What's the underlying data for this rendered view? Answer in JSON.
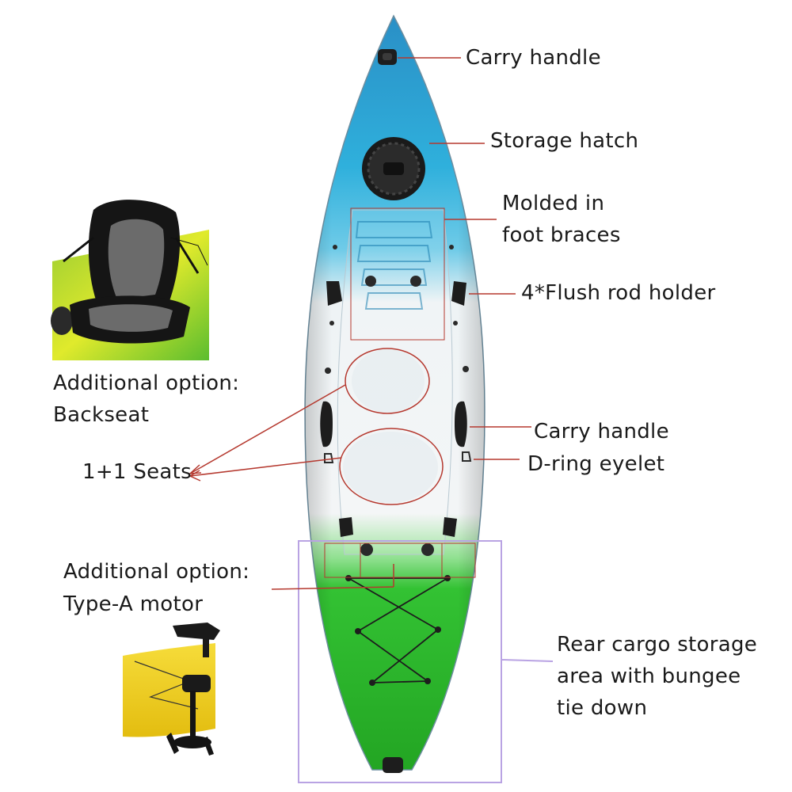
{
  "labels": {
    "carry_handle_top": "Carry handle",
    "storage_hatch": "Storage hatch",
    "foot_braces_line1": "Molded in",
    "foot_braces_line2": "foot braces",
    "rod_holder": "4*Flush rod holder",
    "backseat_line1": "Additional option:",
    "backseat_line2": "Backseat",
    "carry_handle_side": "Carry handle",
    "d_ring": "D-ring eyelet",
    "seats": "1+1 Seats",
    "motor_line1": "Additional option:",
    "motor_line2": "Type-A motor",
    "cargo_line1": "Rear cargo storage",
    "cargo_line2": "area with bungee",
    "cargo_line3": "tie down"
  },
  "colors": {
    "hull_blue": "#1b9fd0",
    "hull_white": "#f2f4f5",
    "hull_green": "#2fbf2f",
    "leader_line": "#b5392f",
    "cargo_box": "#b9a3e3",
    "seat_yellow": "#d8e62a",
    "motor_yellow": "#f1d21a"
  }
}
